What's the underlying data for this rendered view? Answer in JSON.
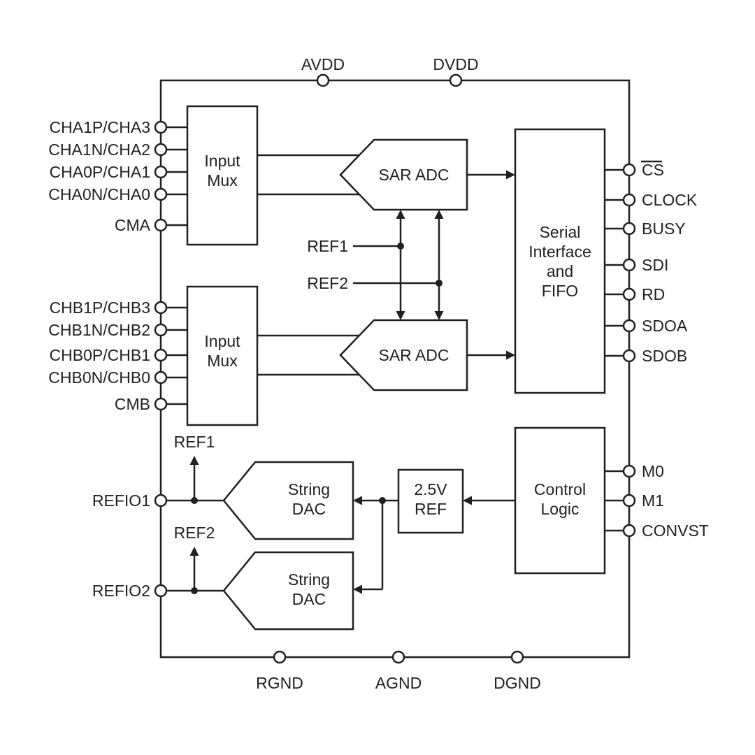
{
  "diagram": {
    "pins": {
      "top": [
        "AVDD",
        "DVDD"
      ],
      "bottom": [
        "RGND",
        "AGND",
        "DGND"
      ],
      "left": [
        "CHA1P/CHA3",
        "CHA1N/CHA2",
        "CHA0P/CHA1",
        "CHA0N/CHA0",
        "CMA",
        "CHB1P/CHB3",
        "CHB1N/CHB2",
        "CHB0P/CHB1",
        "CHB0N/CHB0",
        "CMB",
        "REFIO1",
        "REFIO2"
      ],
      "right": [
        "CS",
        "CLOCK",
        "BUSY",
        "SDI",
        "RD",
        "SDOA",
        "SDOB",
        "M0",
        "M1",
        "CONVST"
      ]
    },
    "blocks": {
      "input_mux_a": [
        "Input",
        "Mux"
      ],
      "input_mux_b": [
        "Input",
        "Mux"
      ],
      "sar_adc_a": [
        "SAR ADC"
      ],
      "sar_adc_b": [
        "SAR ADC"
      ],
      "serial_interface": [
        "Serial",
        "Interface",
        "and",
        "FIFO"
      ],
      "control_logic": [
        "Control",
        "Logic"
      ],
      "vref": [
        "2.5V",
        "REF"
      ],
      "string_dac_a": [
        "String",
        "DAC"
      ],
      "string_dac_b": [
        "String",
        "DAC"
      ]
    },
    "nets": {
      "ref1_adc": "REF1",
      "ref2_adc": "REF2",
      "ref1_dac": "REF1",
      "ref2_dac": "REF2"
    },
    "colors": {
      "line": "#231f20",
      "background": "#ffffff"
    }
  }
}
